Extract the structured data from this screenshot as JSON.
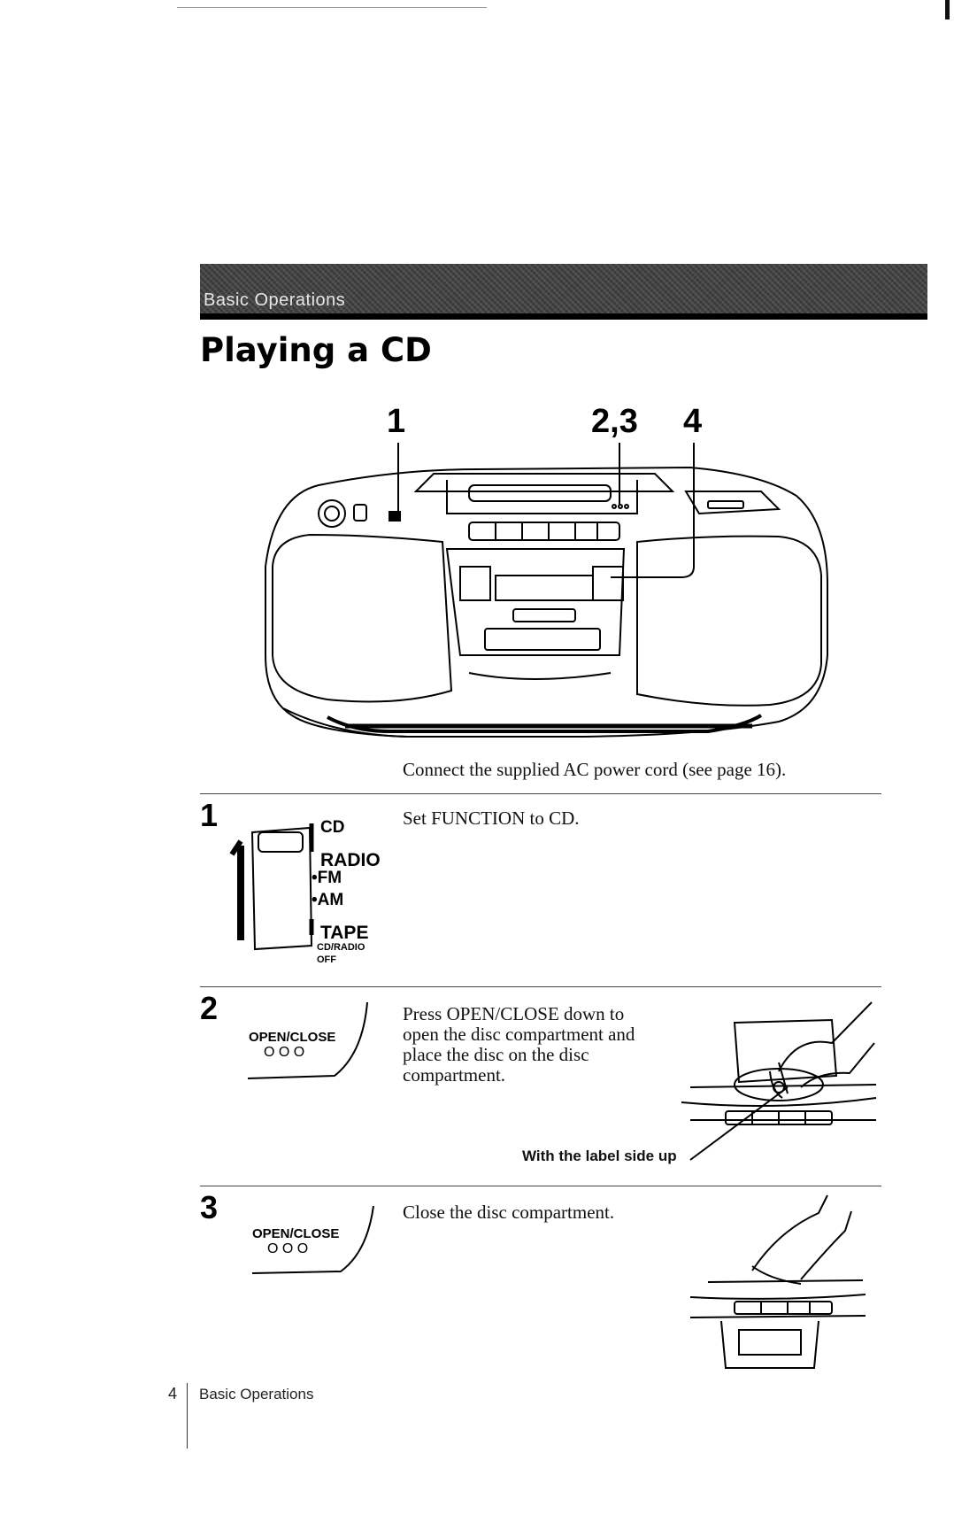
{
  "header": {
    "section_banner": "Basic Operations"
  },
  "page_title": "Playing a CD",
  "figure": {
    "callouts": [
      "1",
      "2,3",
      "4"
    ]
  },
  "intro": "Connect the supplied AC power cord (see page 16).",
  "steps": [
    {
      "number": "1",
      "text": "Set FUNCTION to CD.",
      "switch_labels": [
        "CD",
        "RADIO",
        "•FM",
        "•AM",
        "TAPE",
        "CD/RADIO",
        "OFF"
      ]
    },
    {
      "number": "2",
      "text_lines": [
        "Press OPEN/CLOSE down to",
        "open the disc compartment and",
        "place the disc on the disc",
        "compartment."
      ],
      "button_label": "OPEN/CLOSE",
      "button_dots": "O  O  O",
      "caption": "With the label side up"
    },
    {
      "number": "3",
      "text": "Close the disc compartment.",
      "button_label": "OPEN/CLOSE",
      "button_dots": "O  O  O"
    }
  ],
  "footer": {
    "page_number": "4",
    "section": "Basic Operations"
  }
}
